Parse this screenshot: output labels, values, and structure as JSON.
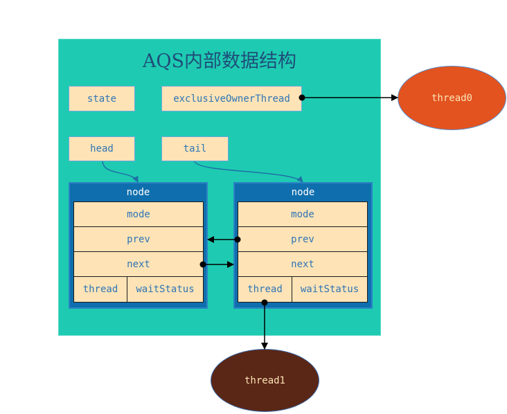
{
  "title": "AQS内部数据结构",
  "fields": {
    "state": "state",
    "exclusive_owner_thread": "exclusiveOwnerThread",
    "head": "head",
    "tail": "tail"
  },
  "nodes": [
    {
      "label": "node",
      "mode": "mode",
      "prev": "prev",
      "next": "next",
      "thread": "thread",
      "wait_status": "waitStatus"
    },
    {
      "label": "node",
      "mode": "mode",
      "prev": "prev",
      "next": "next",
      "thread": "thread",
      "wait_status": "waitStatus"
    }
  ],
  "threads": {
    "thread0": "thread0",
    "thread1": "thread1"
  },
  "colors": {
    "aqs_background": "#1ecbb2",
    "field_fill": "#fde3b6",
    "node_box": "#0f6fae",
    "thread0_fill": "#e2531f",
    "thread1_fill": "#5a2616",
    "text_blue": "#2e75b6"
  }
}
